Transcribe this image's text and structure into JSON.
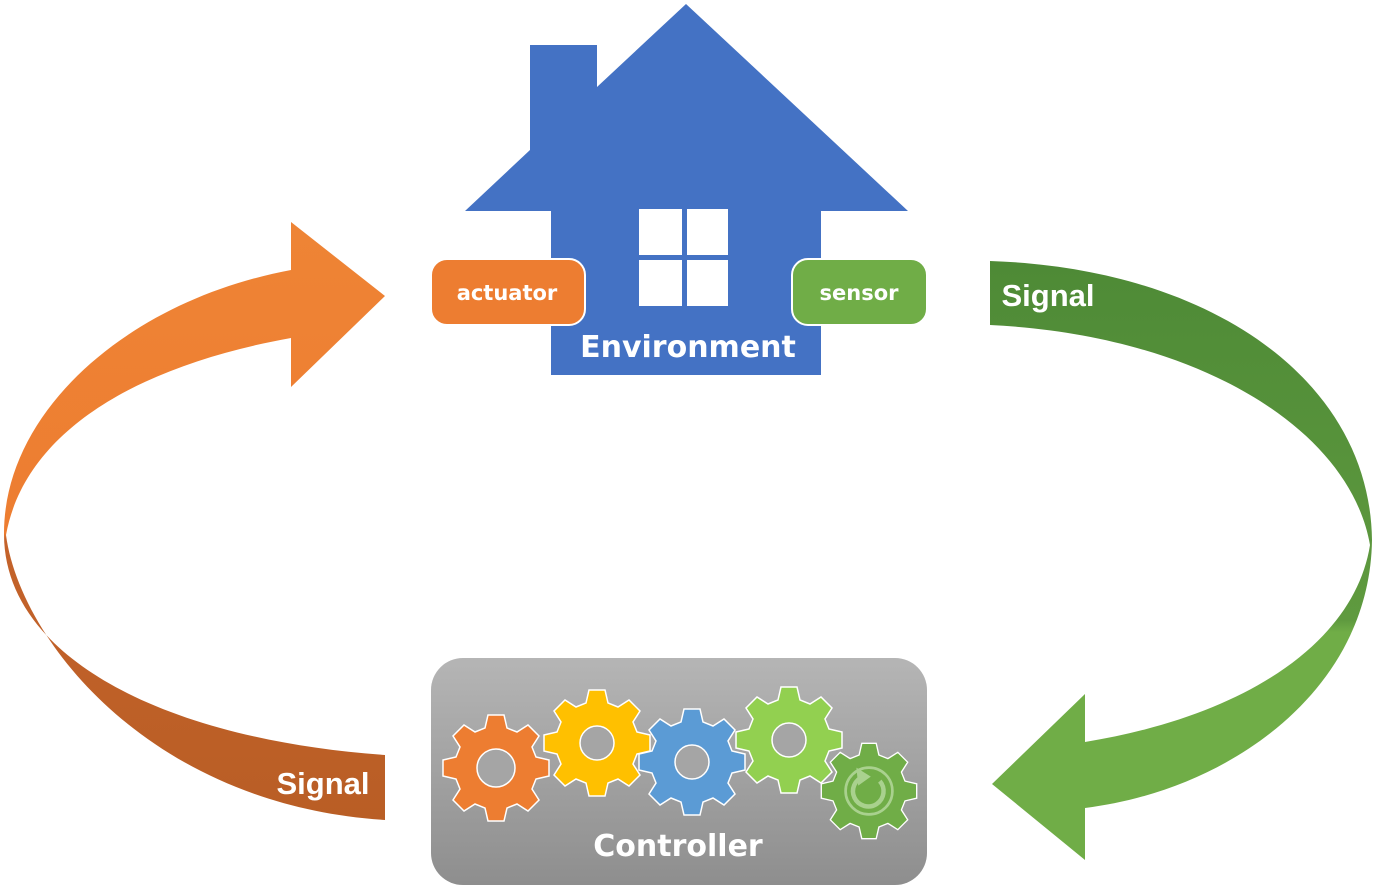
{
  "environment": {
    "label": "Environment",
    "color": "#4472C4",
    "actuator": {
      "label": "actuator",
      "color": "#ED7D31"
    },
    "sensor": {
      "label": "sensor",
      "color": "#70AD47"
    }
  },
  "controller": {
    "label": "Controller",
    "gear_colors": [
      "#ED7D31",
      "#FFC000",
      "#5B9BD5",
      "#92D050",
      "#70AD47"
    ]
  },
  "signal_left": {
    "label": "Signal",
    "color": "#ED7D31"
  },
  "signal_right": {
    "label": "Signal",
    "color": "#70AD47"
  }
}
